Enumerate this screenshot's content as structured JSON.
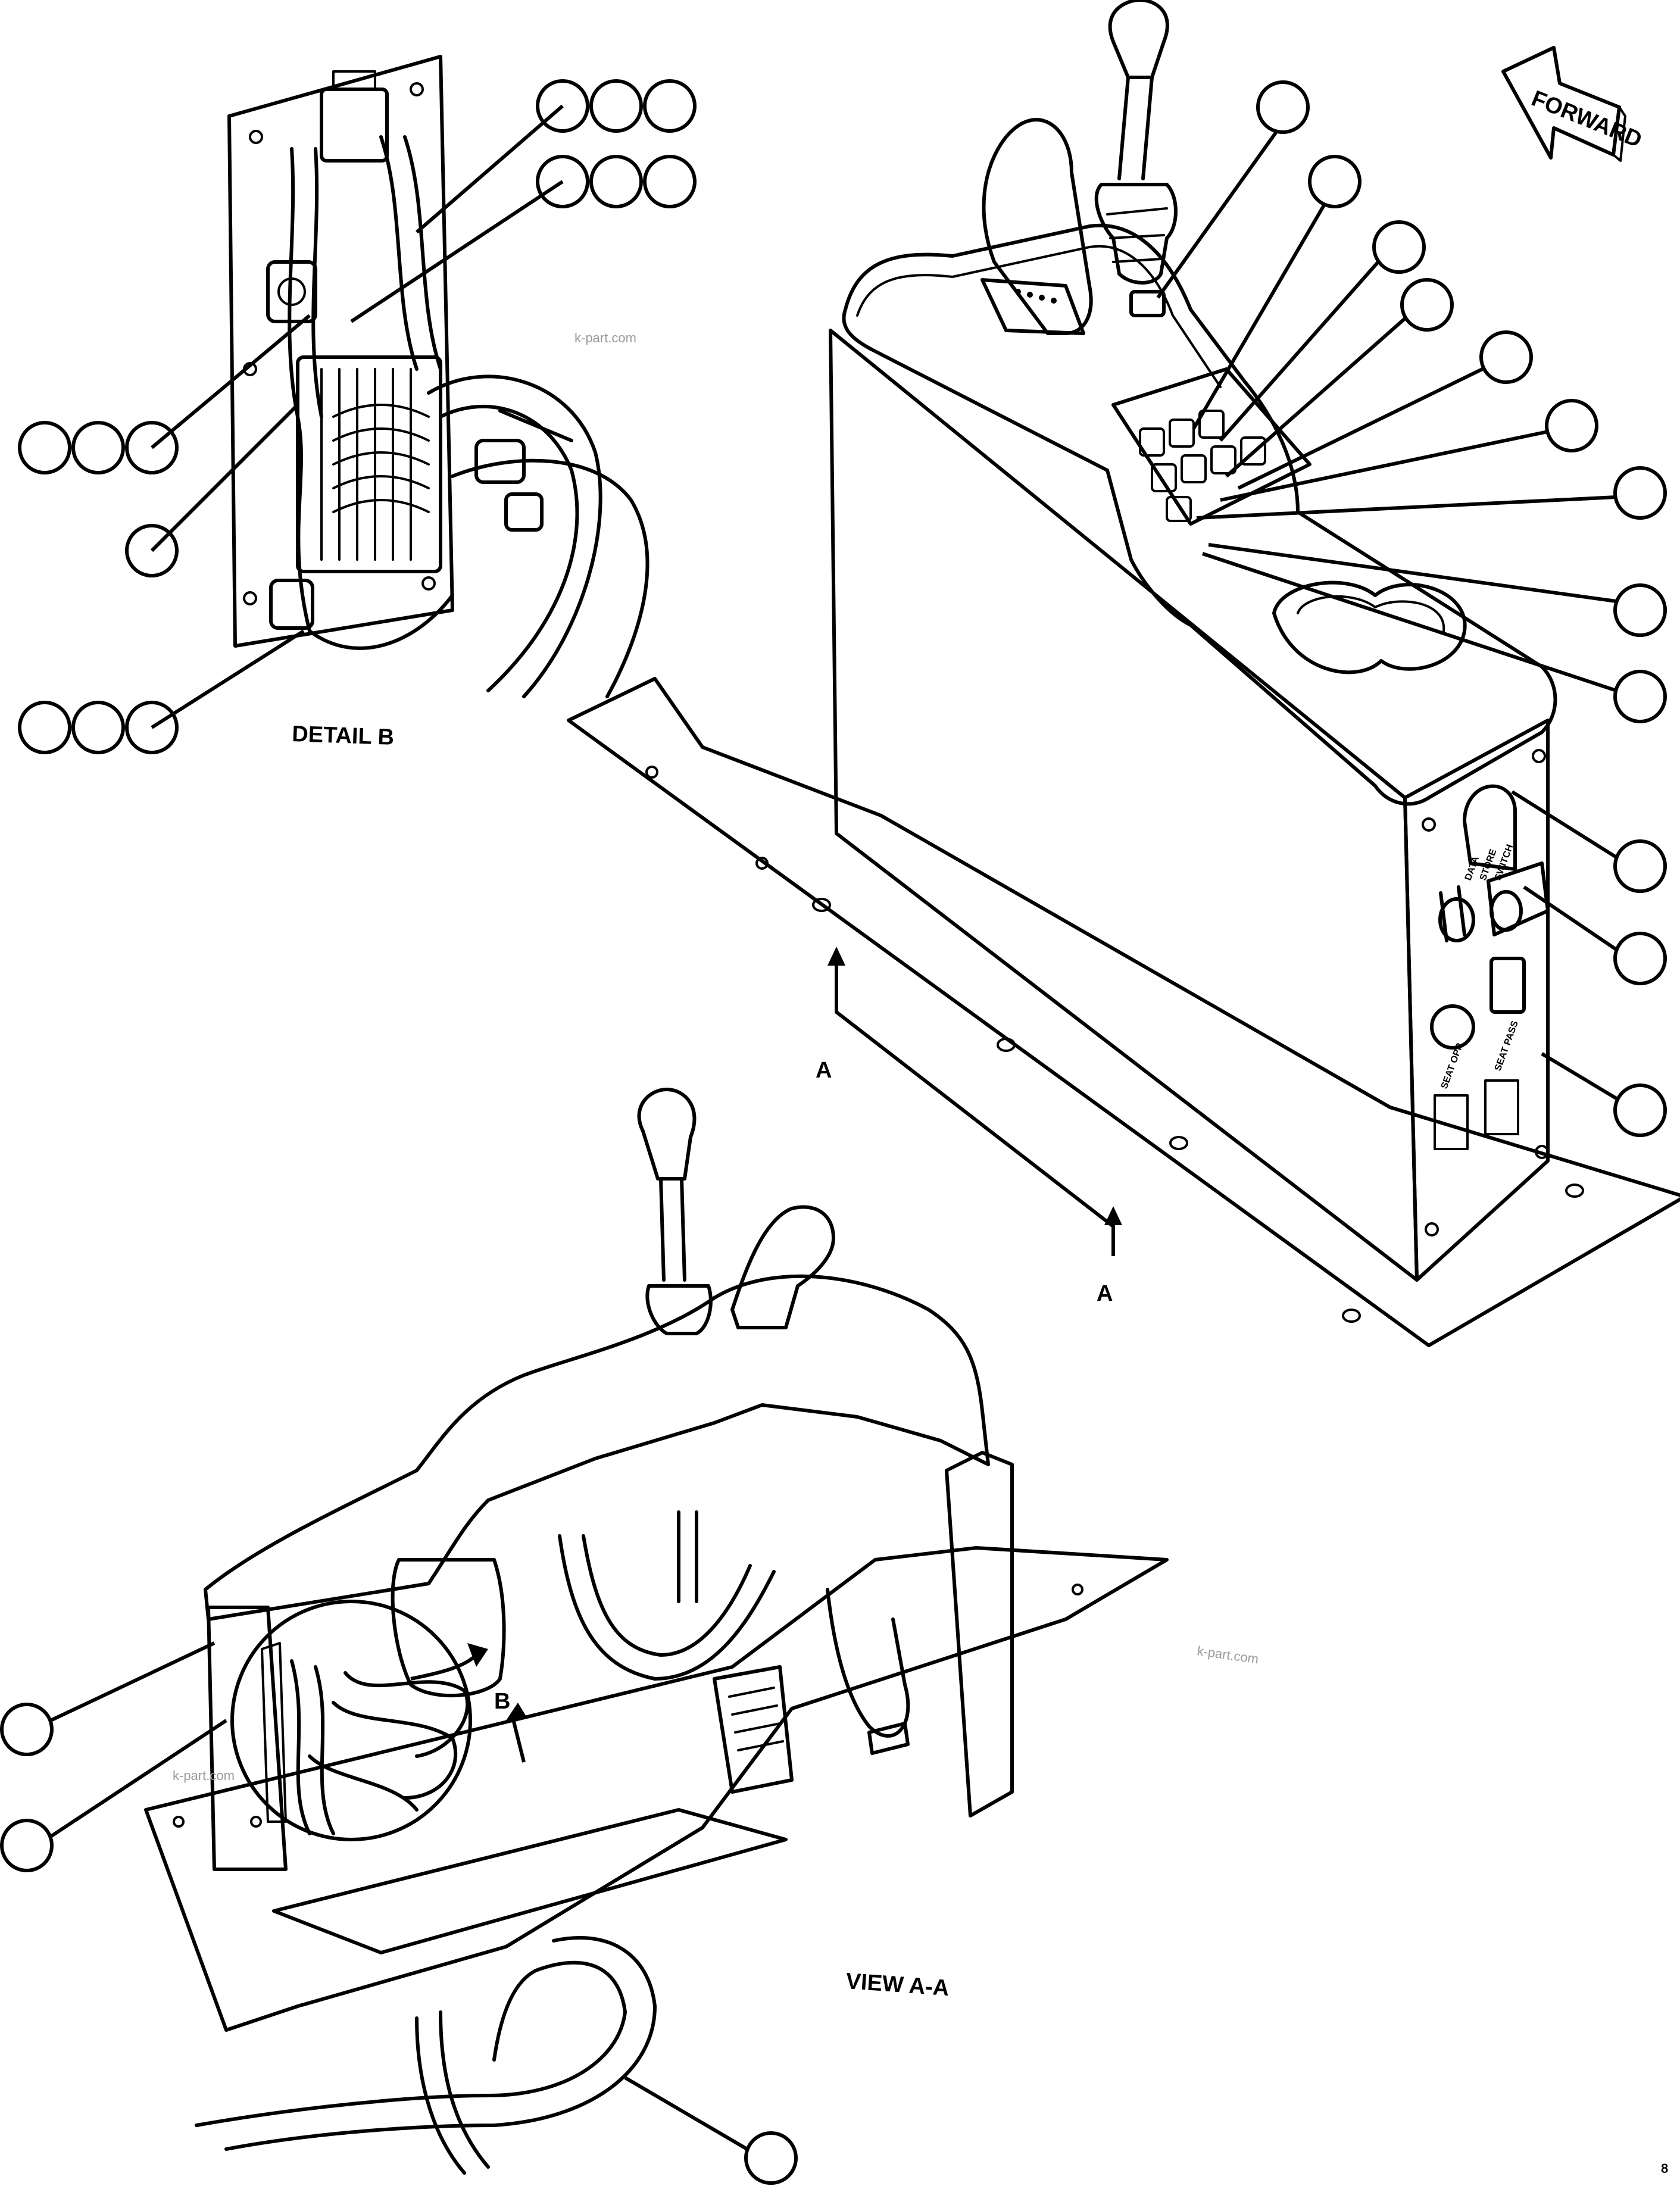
{
  "labels": {
    "detail_b": "DETAIL B",
    "view_aa": "VIEW A-A",
    "section_a_upper": "A",
    "section_a_lower": "A",
    "detail_b_marker": "B",
    "forward_arrow": "FORWARD",
    "sheet_number": "8",
    "watermark": "k-part.com"
  },
  "panel": {
    "data_store_switch": [
      "DATA",
      "STORE",
      "SWITCH"
    ],
    "seat_opr": "SEAT OPR",
    "seat_pass": "SEAT PASS"
  },
  "colors": {
    "line": "#000000",
    "background": "#ffffff",
    "watermark": "#9a9a9a"
  }
}
